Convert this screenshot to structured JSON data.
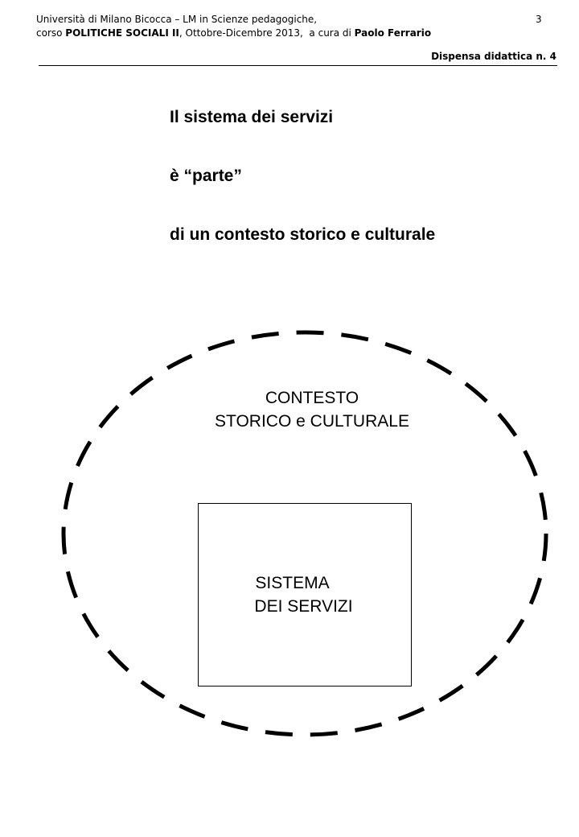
{
  "header": {
    "line1": "Università di Milano Bicocca – LM in Scienze pedagogiche,",
    "line2_prefix": "corso ",
    "course": "POLITICHE SOCIALI II",
    "line2_mid": ", Ottobre-Dicembre 2013,  a cura di ",
    "author": "Paolo Ferrario",
    "page_number": "3",
    "handout": "Dispensa didattica n. 4"
  },
  "titles": [
    "Il sistema dei servizi",
    "è “parte”",
    "di un contesto storico e culturale"
  ],
  "diagram": {
    "outer_line1": "CONTESTO",
    "outer_line2": "STORICO e CULTURALE",
    "inner_line1": "SISTEMA",
    "inner_line2": "DEI SERVIZI"
  }
}
